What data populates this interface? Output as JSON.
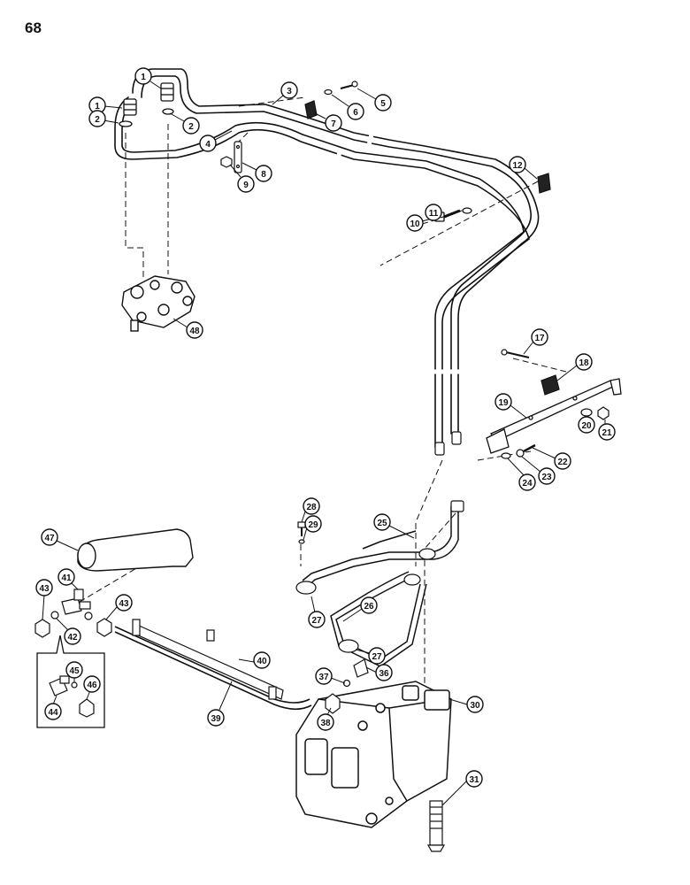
{
  "page_number": "68",
  "callouts": [
    {
      "id": "c1a",
      "label": "1"
    },
    {
      "id": "c1b",
      "label": "1"
    },
    {
      "id": "c2a",
      "label": "2"
    },
    {
      "id": "c2b",
      "label": "2"
    },
    {
      "id": "c3",
      "label": "3"
    },
    {
      "id": "c4",
      "label": "4"
    },
    {
      "id": "c5",
      "label": "5"
    },
    {
      "id": "c6",
      "label": "6"
    },
    {
      "id": "c7",
      "label": "7"
    },
    {
      "id": "c8",
      "label": "8"
    },
    {
      "id": "c9",
      "label": "9"
    },
    {
      "id": "c10",
      "label": "10"
    },
    {
      "id": "c11",
      "label": "11"
    },
    {
      "id": "c12",
      "label": "12"
    },
    {
      "id": "c17",
      "label": "17"
    },
    {
      "id": "c18",
      "label": "18"
    },
    {
      "id": "c19",
      "label": "19"
    },
    {
      "id": "c20",
      "label": "20"
    },
    {
      "id": "c21",
      "label": "21"
    },
    {
      "id": "c22",
      "label": "22"
    },
    {
      "id": "c23",
      "label": "23"
    },
    {
      "id": "c24",
      "label": "24"
    },
    {
      "id": "c25",
      "label": "25"
    },
    {
      "id": "c26",
      "label": "26"
    },
    {
      "id": "c27a",
      "label": "27"
    },
    {
      "id": "c27b",
      "label": "27"
    },
    {
      "id": "c28",
      "label": "28"
    },
    {
      "id": "c29",
      "label": "29"
    },
    {
      "id": "c30",
      "label": "30"
    },
    {
      "id": "c31",
      "label": "31"
    },
    {
      "id": "c36",
      "label": "36"
    },
    {
      "id": "c37",
      "label": "37"
    },
    {
      "id": "c38",
      "label": "38"
    },
    {
      "id": "c39",
      "label": "39"
    },
    {
      "id": "c40",
      "label": "40"
    },
    {
      "id": "c41",
      "label": "41"
    },
    {
      "id": "c42",
      "label": "42"
    },
    {
      "id": "c43a",
      "label": "43"
    },
    {
      "id": "c43b",
      "label": "43"
    },
    {
      "id": "c44",
      "label": "44"
    },
    {
      "id": "c45",
      "label": "45"
    },
    {
      "id": "c46",
      "label": "46"
    },
    {
      "id": "c47",
      "label": "47"
    },
    {
      "id": "c48",
      "label": "48"
    }
  ]
}
